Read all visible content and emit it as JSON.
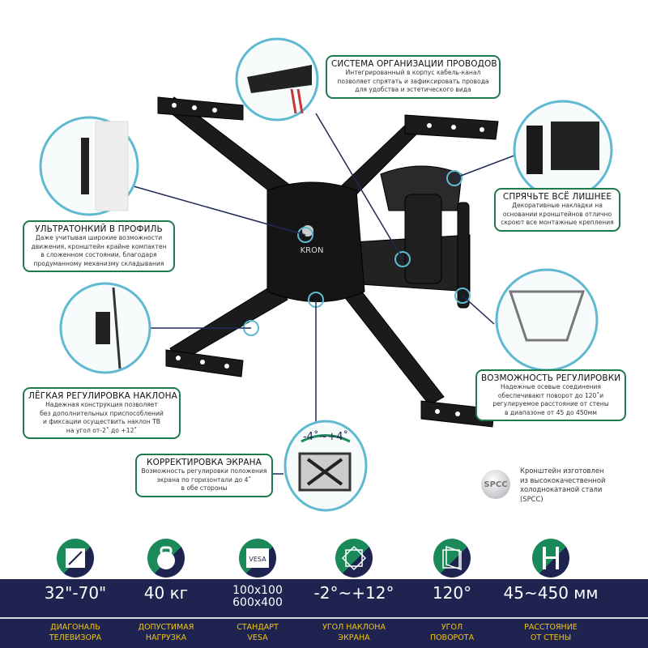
{
  "brand": "KRON",
  "callouts": [
    {
      "title": "СИСТЕМА ОРГАНИЗАЦИИ ПРОВОДОВ",
      "lines": [
        "Интегрированный в корпус кабель-канал",
        "позволяет спрятать и зафиксировать провода",
        "для удобства и эстетического вида"
      ]
    },
    {
      "title": "СПРЯЧЬТЕ ВСЁ ЛИШНЕЕ",
      "lines": [
        "Декоративные накладки на",
        "основании кронштейнов отлично",
        "скроют все монтажные крепления"
      ]
    },
    {
      "title": "УЛЬТРАТОНКИЙ В ПРОФИЛЬ",
      "lines": [
        "Даже учитывая широкие возможности",
        "движения, кронштейн крайне компактен",
        "в сложенном состоянии, благодаря",
        "продуманному механизму складывания"
      ]
    },
    {
      "title": "ЛЁГКАЯ РЕГУЛИРОВКА НАКЛОНА",
      "lines": [
        "Надежная конструкция позволяет",
        "без дополнительных приспособлений",
        "и фиксации осуществить наклон ТВ",
        "на угол от-2˚ до +12˚"
      ]
    },
    {
      "title": "ВОЗМОЖНОСТЬ РЕГУЛИРОВКИ",
      "lines": [
        "Надежные осевые соединения",
        "обеспечивают поворот  до 120˚и",
        "регулируемое расстояние от стены",
        "в диапазоне от 45 до 450мм"
      ]
    },
    {
      "title": "КОРРЕКТИРОВКА ЭКРАНА",
      "lines": [
        "Возможность регулировки положения",
        "экрана по горизонтали до 4˚",
        "в обе стороны"
      ]
    }
  ],
  "swivel_label": "-4˚~+4˚",
  "spcc": {
    "badge": "SPCC",
    "lines": [
      "Кронштейн изготовлен",
      "из высококачественной",
      "холоднокатаной  стали",
      "(SPCC)"
    ]
  },
  "specs": [
    {
      "icon": "diagonal-icon",
      "value": "32\"-70\"",
      "label": [
        "ДИАГОНАЛЬ",
        "ТЕЛЕВИЗОРА"
      ]
    },
    {
      "icon": "weight-icon",
      "value": "40 кг",
      "label": [
        "ДОПУСТИМАЯ",
        "НАГРУЗКА"
      ]
    },
    {
      "icon": "vesa-icon",
      "icon_text": "VESA",
      "value": [
        "100x100",
        "600x400"
      ],
      "label": [
        "СТАНДАРТ",
        "VESA"
      ]
    },
    {
      "icon": "tilt-icon",
      "value": "-2°~+12°",
      "label": [
        "УГОЛ НАКЛОНА",
        "ЭКРАНА"
      ]
    },
    {
      "icon": "swivel-icon",
      "value": "120°",
      "label": [
        "УГОЛ",
        "ПОВОРОТА"
      ]
    },
    {
      "icon": "wall-distance-icon",
      "value": "45~450 мм",
      "label": [
        "РАССТОЯНИЕ",
        "ОТ СТЕНЫ"
      ]
    }
  ],
  "colors": {
    "green": "#1f7a4d",
    "navy": "#1e2350",
    "yellow": "#f0c419",
    "cyan": "#5fb9d0"
  }
}
